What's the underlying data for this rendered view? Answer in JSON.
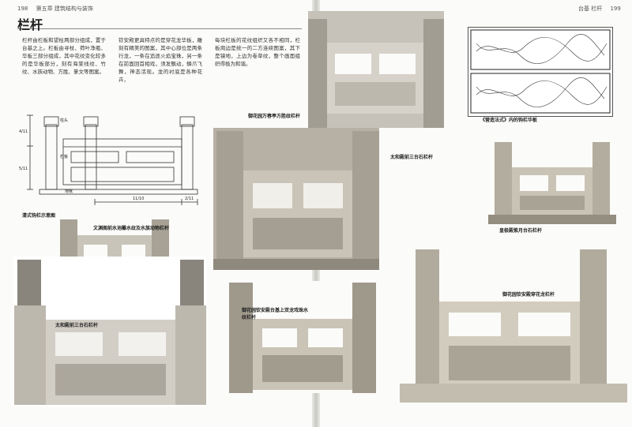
{
  "left_page": {
    "page_number": "198",
    "running_head": "第五章 建筑结构与装饰",
    "title": "栏杆",
    "paragraphs": [
      "栏杆由栏板和望柱两部分组成，置于台基之上。栏板由寻杖、荷叶净瓶、华板三部分组成，其中花纹变化较多的是华板部分，刻有海棠线纹、竹纹、水族动物、方胜、篆文等图案。",
      "钦安殿更具特点的是穿花龙华板，雕刻有精美的图案，其中心部位是两条行龙，一条在追逐火焰宝珠，另一条在前面回首相戏，须发飘动，鳞爪飞舞，神态活现。龙的衬底是各种花卉，",
      "每块栏板的花纹组织又各不相同，栏板周边是统一的二方连续图案，其下是镜地，上边为卷草纹，整个画面组织得极为和谐。"
    ],
    "diagram": {
      "caption": "清式钩栏示意图",
      "labels": {
        "height_a": "4/11",
        "height_b": "5/11",
        "column": "柱头",
        "panel": "栏板",
        "base": "地栿",
        "ratio_a": "11/10",
        "ratio_b": "2/11"
      }
    },
    "captions": {
      "photo_water": "文渊阁前水池雕水纹及水族动物栏杆",
      "photo_taihe": "太和殿前三台石栏杆"
    }
  },
  "right_page": {
    "page_number": "199",
    "running_head": "台基 栏杆",
    "captions": {
      "photo_garden": "御花园万春亭方胜纹栏杆",
      "photo_taihe_center": "太和殿前三台石栏杆",
      "drawing": "《营造法式》内的钩栏华板",
      "photo_huangji": "皇极殿紫月台石栏杆",
      "photo_qinan_base": "御花园钦安殿台基上双龙戏珠水纹栏杆",
      "photo_qinan_dragon": "御花园钦安殿穿花龙栏杆"
    }
  },
  "colors": {
    "stone_light": "#d8d4cc",
    "stone_mid": "#b4aea3",
    "stone_dark": "#7f7a72",
    "paper": "#fbfbf9"
  }
}
